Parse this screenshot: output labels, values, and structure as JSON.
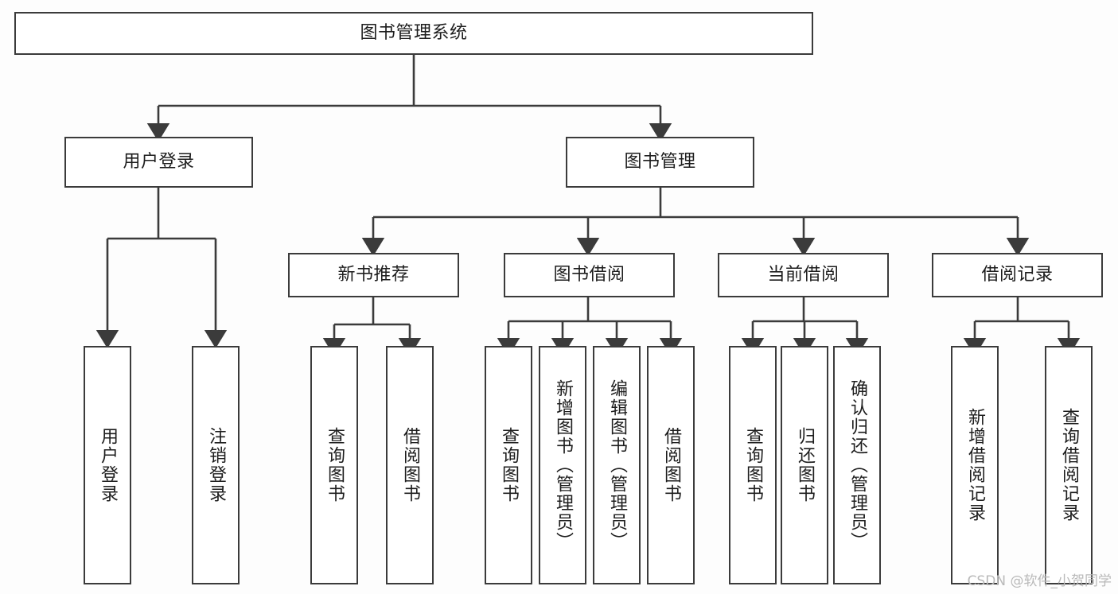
{
  "diagram": {
    "title": "图书管理系统",
    "watermark": "CSDN @软件_小贺同学",
    "colors": {
      "background": "#fdfdfd",
      "box_fill": "#ffffff",
      "line": "#3b3b3b",
      "text": "#1d1d1d",
      "watermark": "#b9b9b9"
    },
    "nodes": {
      "root": "图书管理系统",
      "user_login": "用户登录",
      "book_manage": "图书管理",
      "new_book_rec": "新书推荐",
      "book_borrow": "图书借阅",
      "current_borrow": "当前借阅",
      "borrow_record": "借阅记录",
      "leaf_user_login": "用户登录",
      "leaf_logout": "注销登录",
      "leaf_query_book_1": "查询图书",
      "leaf_borrow_book_1": "借阅图书",
      "leaf_query_book_2": "查询图书",
      "leaf_add_book_admin": "新增图书（管理员）",
      "leaf_edit_book_admin": "编辑图书（管理员）",
      "leaf_borrow_book_2": "借阅图书",
      "leaf_query_book_3": "查询图书",
      "leaf_return_book": "归还图书",
      "leaf_confirm_return_admin": "确认归还（管理员）",
      "leaf_add_record": "新增借阅记录",
      "leaf_query_record": "查询借阅记录"
    },
    "tree": {
      "root": "图书管理系统",
      "children": [
        {
          "label": "用户登录",
          "children": [
            {
              "label": "用户登录"
            },
            {
              "label": "注销登录"
            }
          ]
        },
        {
          "label": "图书管理",
          "children": [
            {
              "label": "新书推荐",
              "children": [
                {
                  "label": "查询图书"
                },
                {
                  "label": "借阅图书"
                }
              ]
            },
            {
              "label": "图书借阅",
              "children": [
                {
                  "label": "查询图书"
                },
                {
                  "label": "新增图书（管理员）"
                },
                {
                  "label": "编辑图书（管理员）"
                },
                {
                  "label": "借阅图书"
                }
              ]
            },
            {
              "label": "当前借阅",
              "children": [
                {
                  "label": "查询图书"
                },
                {
                  "label": "归还图书"
                },
                {
                  "label": "确认归还（管理员）"
                }
              ]
            },
            {
              "label": "借阅记录",
              "children": [
                {
                  "label": "新增借阅记录"
                },
                {
                  "label": "查询借阅记录"
                }
              ]
            }
          ]
        }
      ]
    }
  }
}
